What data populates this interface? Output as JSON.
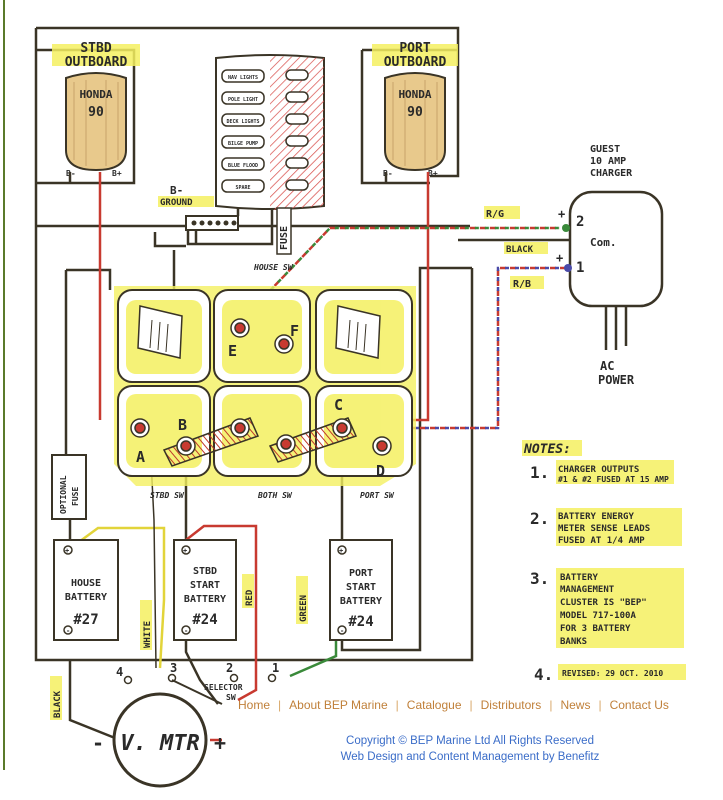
{
  "diagram": {
    "engines": [
      {
        "id": "stbd",
        "label_line1": "STBD",
        "label_line2": "OUTBOARD",
        "brand": "HONDA",
        "model": "90",
        "neg": "B-",
        "pos": "B+"
      },
      {
        "id": "port",
        "label_line1": "PORT",
        "label_line2": "OUTBOARD",
        "brand": "HONDA",
        "model": "90",
        "neg": "B-",
        "pos": "B+"
      }
    ],
    "ground": {
      "label_line1": "B-",
      "label_line2": "GROUND"
    },
    "fuse_label": "FUSE",
    "panel_switches": [
      "NAV LIGHTS",
      "POLE LIGHT",
      "DECK LIGHTS",
      "BILGE PUMP",
      "BLUE FLOOD",
      "SPARE"
    ],
    "charger": {
      "title_line1": "GUEST",
      "title_line2": "10 AMP",
      "title_line3": "CHARGER",
      "com": "Com.",
      "out1": "1",
      "out2": "2",
      "plus1": "+",
      "plus2": "+",
      "ac_line1": "AC",
      "ac_line2": "POWER"
    },
    "wire_labels": {
      "rg": "R/G",
      "black": "BLACK",
      "rb": "R/B",
      "white": "WHITE",
      "red": "RED",
      "green": "GREEN",
      "black_left": "BLACK"
    },
    "switch_labels": {
      "house": "HOUSE SW",
      "stbd": "STBD SW",
      "both": "BOTH SW",
      "port": "PORT SW"
    },
    "terminals": [
      "A",
      "B",
      "C",
      "D",
      "E",
      "F"
    ],
    "fuse_optional_line1": "OPTIONAL",
    "fuse_optional_line2": "FUSE",
    "batteries": [
      {
        "line1": "HOUSE",
        "line2": "BATTERY",
        "size": "#27",
        "pos": "+",
        "neg": "-"
      },
      {
        "line1": "STBD",
        "line2": "START",
        "line3": "BATTERY",
        "size": "#24",
        "pos": "+",
        "neg": "-"
      },
      {
        "line1": "PORT",
        "line2": "START",
        "line3": "BATTERY",
        "size": "#24",
        "pos": "+",
        "neg": "-"
      }
    ],
    "selector": {
      "positions": [
        "4",
        "3",
        "2",
        "1"
      ],
      "label_line1": "SELECTOR",
      "label_line2": "SW"
    },
    "meter": {
      "label": "V. MTR",
      "neg": "-",
      "pos": "+"
    },
    "notes": {
      "title": "NOTES:",
      "items": [
        {
          "num": "1.",
          "lines": [
            "CHARGER OUTPUTS",
            "#1 & #2 FUSED AT 15 AMP"
          ]
        },
        {
          "num": "2.",
          "lines": [
            "BATTERY ENERGY",
            "METER SENSE LEADS",
            "FUSED AT 1/4 AMP"
          ]
        },
        {
          "num": "3.",
          "lines": [
            "BATTERY",
            "MANAGEMENT",
            "CLUSTER IS \"BEP\"",
            "MODEL 717-100A",
            "FOR 3 BATTERY",
            "BANKS"
          ]
        },
        {
          "num": "4.",
          "lines": [
            "REVISED: 29 OCT. 2010"
          ]
        }
      ]
    }
  },
  "nav": [
    "Home",
    "About BEP Marine",
    "Catalogue",
    "Distributors",
    "News",
    "Contact Us"
  ],
  "footer": {
    "line1": "Copyright © BEP Marine Ltd  All Rights Reserved",
    "line2": "Web Design and Content Management by Benefitz"
  },
  "colors": {
    "wire_red": "#c83a30",
    "wire_black": "#3a3426",
    "wire_green": "#3a8a3a",
    "wire_yellow": "#e2d43a",
    "wire_blue": "#4a4aa8",
    "highlight": "#f4f060",
    "link": "#3a6cc8",
    "nav": "#c0803a"
  }
}
